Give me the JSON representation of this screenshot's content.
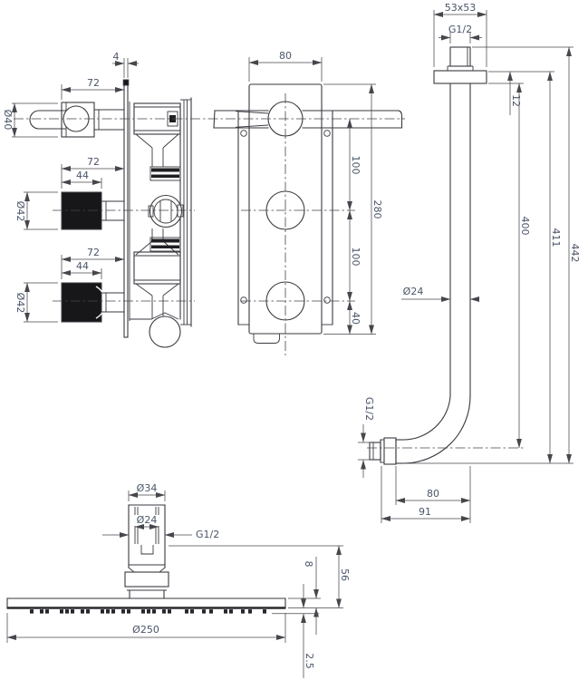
{
  "colors": {
    "background": "#ffffff",
    "object_line": "#3a3a40",
    "dimension_line": "#46464c",
    "dimension_text": "#4a5568",
    "knob_fill": "#17171a"
  },
  "views": {
    "mixer_side": {
      "dims": {
        "plate_thickness": "4",
        "handle_length": "72",
        "handle_diameter": "Ø40",
        "knob1_length": "72",
        "knob1_grip": "44",
        "knob1_diameter": "Ø42",
        "knob2_length": "72",
        "knob2_grip": "44",
        "knob2_diameter": "Ø42"
      }
    },
    "mixer_front": {
      "dims": {
        "plate_width": "80",
        "axis_spacing_top": "100",
        "plate_height": "280",
        "axis_spacing_bottom": "100",
        "bottom_offset": "40"
      }
    },
    "shower_arm": {
      "dims": {
        "wall_flange": "53x53",
        "inlet_thread": "G1/2",
        "flange_thickness": "12",
        "pipe_diameter": "Ø24",
        "height_to_axis": "400",
        "height_to_bottom": "411",
        "overall_height": "442",
        "outlet_thread": "G1/2",
        "reach": "80",
        "overall_reach": "91"
      }
    },
    "shower_head": {
      "dims": {
        "joint_diameter": "Ø34",
        "stem_diameter": "Ø24",
        "thread": "G1/2",
        "edge_thickness": "8",
        "overall_height": "56",
        "head_diameter": "Ø250",
        "nozzle_protrusion": "2.5"
      }
    }
  }
}
